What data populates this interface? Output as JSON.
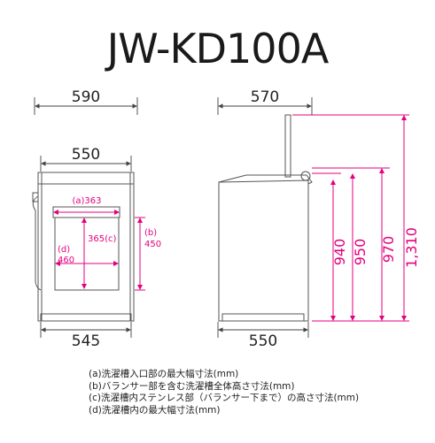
{
  "title": "JW-KD100A",
  "colors": {
    "accent": "#e4007f",
    "line": "#555555",
    "text": "#222222"
  },
  "front": {
    "width_top": "590",
    "inner_width": "550",
    "base_width": "545",
    "opening_label": "(a)363",
    "height_label_c": "365(c)",
    "depth_label_d_1": "(d)",
    "depth_label_d_2": "460",
    "side_label_b_1": "(b)",
    "side_label_b_2": "450"
  },
  "side": {
    "depth_top": "570",
    "depth_bottom": "550",
    "heights": [
      "940",
      "950",
      "970",
      "1,310"
    ]
  },
  "notes": [
    "(a)洗濯槽入口部の最大幅寸法(mm)",
    "(b)バランサー部を含む洗濯槽全体高さ寸法(mm)",
    "(c)洗濯槽内ステンレス部（バランサー下まで）の高さ寸法(mm)",
    "(d)洗濯槽内の最大幅寸法(mm)"
  ]
}
